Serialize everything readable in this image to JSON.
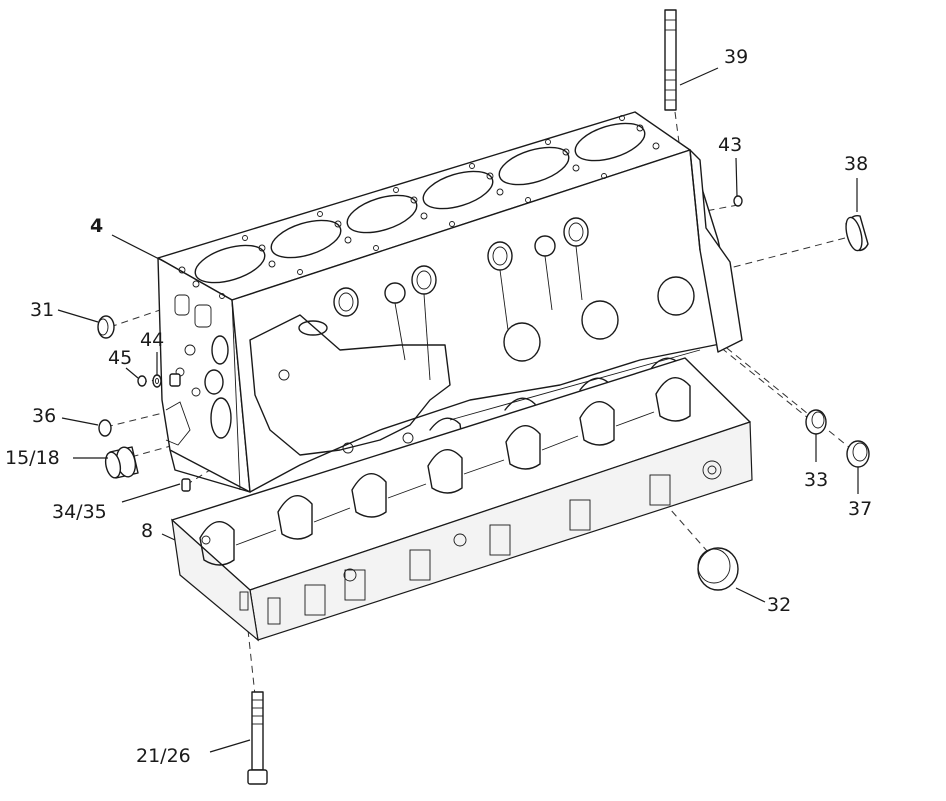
{
  "labels": {
    "p4": "4",
    "p8": "8",
    "p15_18": "15/18",
    "p21_26": "21/26",
    "p31": "31",
    "p32": "32",
    "p33": "33",
    "p34_35": "34/35",
    "p36": "36",
    "p37": "37",
    "p38": "38",
    "p39": "39",
    "p43": "43",
    "p44": "44",
    "p45": "45"
  }
}
